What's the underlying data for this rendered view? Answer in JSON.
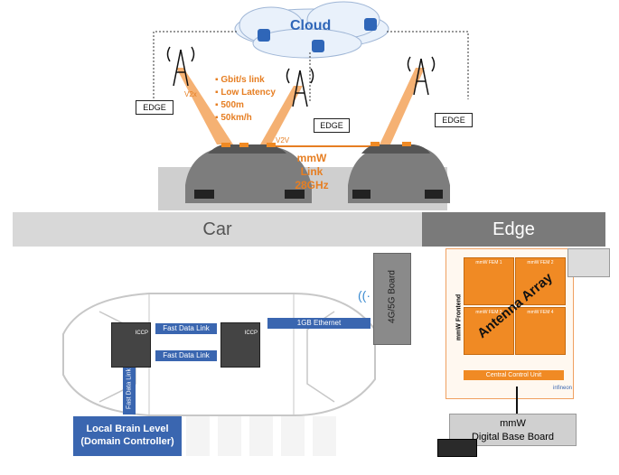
{
  "cloud": {
    "label": "Cloud"
  },
  "edge_nodes": [
    "EDGE",
    "EDGE",
    "EDGE"
  ],
  "v2x_label": "V2x",
  "v2v_label": "V2V",
  "link_features": [
    "Gbit/s link",
    "Low Latency",
    "500m",
    "50km/h"
  ],
  "mmw_link": {
    "line1": "mmW Link",
    "line2": "28GHz"
  },
  "bands": {
    "car": "Car",
    "edge": "Edge"
  },
  "board_4g5g": "4G/5G Board",
  "ethernet_label": "1GB Ethernet",
  "fast_links": [
    "Fast Data Link",
    "Fast Data Link",
    "Fast Data Link"
  ],
  "iccp_labels": [
    "ICCP",
    "ICCP"
  ],
  "local_brain": {
    "line1": "Local Brain Level",
    "line2": "(Domain Controller)"
  },
  "antenna": {
    "array_label": "Antenna Array",
    "frontend_label": "mmW Frontend",
    "fems": [
      "mmW FEM 1",
      "mmW FEM 2",
      "mmW FEM 3",
      "mmW FEM 4"
    ],
    "control_unit": "Central Control Unit",
    "brand": "infineon"
  },
  "digital_board": {
    "line1": "mmW",
    "line2": "Digital Base Board"
  },
  "colors": {
    "orange": "#e67e22",
    "blue": "#3a66b0",
    "band_gray": "#d8d8d8",
    "edge_gray": "#7a7a7a"
  }
}
